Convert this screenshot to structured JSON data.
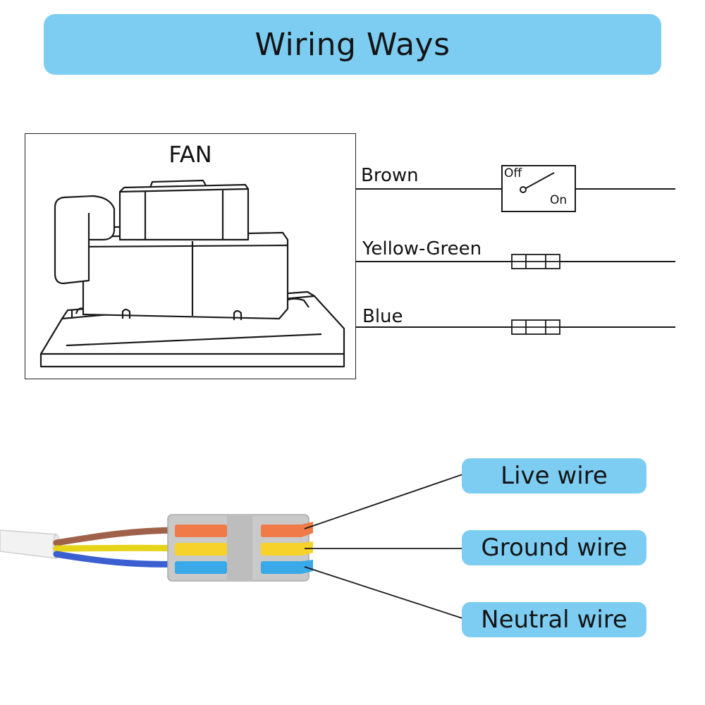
{
  "title": "Wiring Ways",
  "fan": {
    "label": "FAN"
  },
  "wires": {
    "brown": "Brown",
    "yellow_green": "Yellow-Green",
    "blue": "Blue"
  },
  "switch": {
    "off_label": "Off",
    "on_label": "On"
  },
  "connector_labels": {
    "live": "Live wire",
    "ground": "Ground wire",
    "neutral": "Neutral wire"
  },
  "colors": {
    "banner": "#7dcdf2",
    "brown_wire": "#a0614a",
    "yellow_wire": "#e6d41a",
    "blue_wire": "#3b5fd1",
    "lever_orange": "#f07a48",
    "lever_yellow": "#f7d22b",
    "lever_blue": "#39a9e8",
    "connector_gray": "#c9c9c9"
  }
}
